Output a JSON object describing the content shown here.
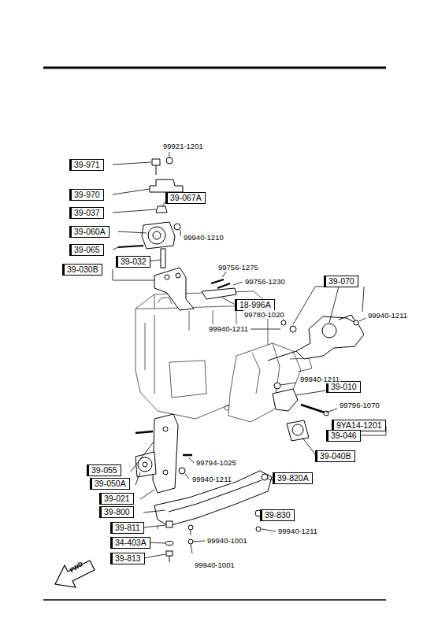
{
  "diagram": {
    "nodes": [
      {
        "text": [
          "39-971"
        ]
      },
      {
        "text": [
          "39-970"
        ]
      },
      {
        "text": [
          "39-067A"
        ]
      },
      {
        "text": [
          "39-037"
        ]
      },
      {
        "text": [
          "39-060A"
        ]
      },
      {
        "text": [
          "39-065"
        ]
      },
      {
        "text": [
          "39-032"
        ]
      },
      {
        "text": [
          "39-030B"
        ]
      },
      {
        "text": [
          "39-070"
        ]
      },
      {
        "text": [
          "18-996A"
        ]
      },
      {
        "text": [
          "39-010"
        ]
      },
      {
        "text": [
          "9YA14-1201"
        ]
      },
      {
        "text": [
          "39-046"
        ]
      },
      {
        "text": [
          "39-040B"
        ]
      },
      {
        "text": [
          "39-055"
        ]
      },
      {
        "text": [
          "39-820A"
        ]
      },
      {
        "text": [
          "39-050A"
        ]
      },
      {
        "text": [
          "39-021"
        ]
      },
      {
        "text": [
          "39-800"
        ]
      },
      {
        "text": [
          "39-830"
        ]
      },
      {
        "text": [
          "39-811"
        ]
      },
      {
        "text": [
          "34-403A"
        ]
      },
      {
        "text": [
          "39-813"
        ]
      }
    ],
    "labels": [
      "99921-1201",
      "99940-1210",
      "99756-1275",
      "99756-1230",
      "99780-1020",
      "99940-1211",
      "99940-1211",
      "99940-1211",
      "99796-1070",
      "99794-1025",
      "99940-1211",
      "99940-1001",
      "99940-1211",
      "99940-1001",
      "FWD"
    ]
  }
}
